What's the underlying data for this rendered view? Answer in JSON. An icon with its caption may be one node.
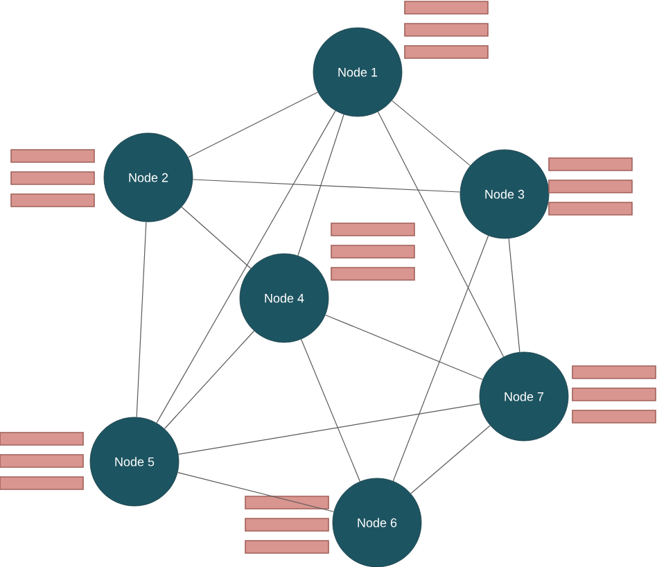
{
  "diagram": {
    "nodes": [
      {
        "text": [
          "Node 1"
        ]
      },
      {
        "text": [
          "Node 2"
        ]
      },
      {
        "text": [
          "Node 3"
        ]
      },
      {
        "text": [
          "Node 4"
        ]
      },
      {
        "text": [
          "Node 5"
        ]
      },
      {
        "text": [
          "Node 6"
        ]
      },
      {
        "text": [
          "Node 7"
        ]
      }
    ],
    "edges": [
      {
        "from": 0,
        "to": 1,
        "arrow": "none"
      },
      {
        "from": 0,
        "to": 2,
        "arrow": "none"
      },
      {
        "from": 0,
        "to": 3,
        "arrow": "none"
      },
      {
        "from": 0,
        "to": 4,
        "arrow": "none"
      },
      {
        "from": 0,
        "to": 6,
        "arrow": "none"
      },
      {
        "from": 1,
        "to": 2,
        "arrow": "none"
      },
      {
        "from": 1,
        "to": 3,
        "arrow": "none"
      },
      {
        "from": 1,
        "to": 4,
        "arrow": "none"
      },
      {
        "from": 2,
        "to": 5,
        "arrow": "none"
      },
      {
        "from": 2,
        "to": 6,
        "arrow": "none"
      },
      {
        "from": 3,
        "to": 4,
        "arrow": "none"
      },
      {
        "from": 3,
        "to": 5,
        "arrow": "none"
      },
      {
        "from": 3,
        "to": 6,
        "arrow": "none"
      },
      {
        "from": 4,
        "to": 6,
        "arrow": "none"
      },
      {
        "from": 4,
        "to": 5,
        "arrow": "none"
      },
      {
        "from": 5,
        "to": 6,
        "arrow": "none"
      }
    ]
  }
}
